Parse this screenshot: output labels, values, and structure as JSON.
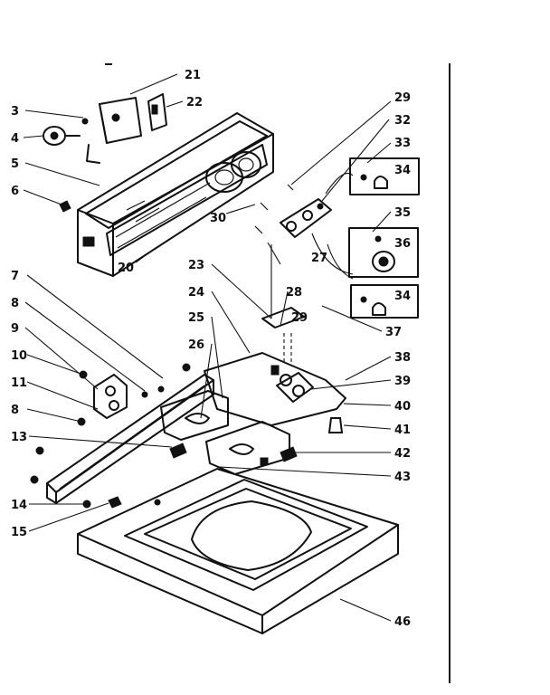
{
  "callouts": [
    "3",
    "4",
    "5",
    "6",
    "7",
    "8",
    "9",
    "10",
    "11",
    "8",
    "13",
    "14",
    "15",
    "20",
    "21",
    "22",
    "23",
    "24",
    "25",
    "26",
    "27",
    "28",
    "29",
    "29",
    "30",
    "32",
    "33",
    "34",
    "35",
    "36",
    "34",
    "37",
    "38",
    "39",
    "40",
    "41",
    "42",
    "43",
    "46"
  ]
}
